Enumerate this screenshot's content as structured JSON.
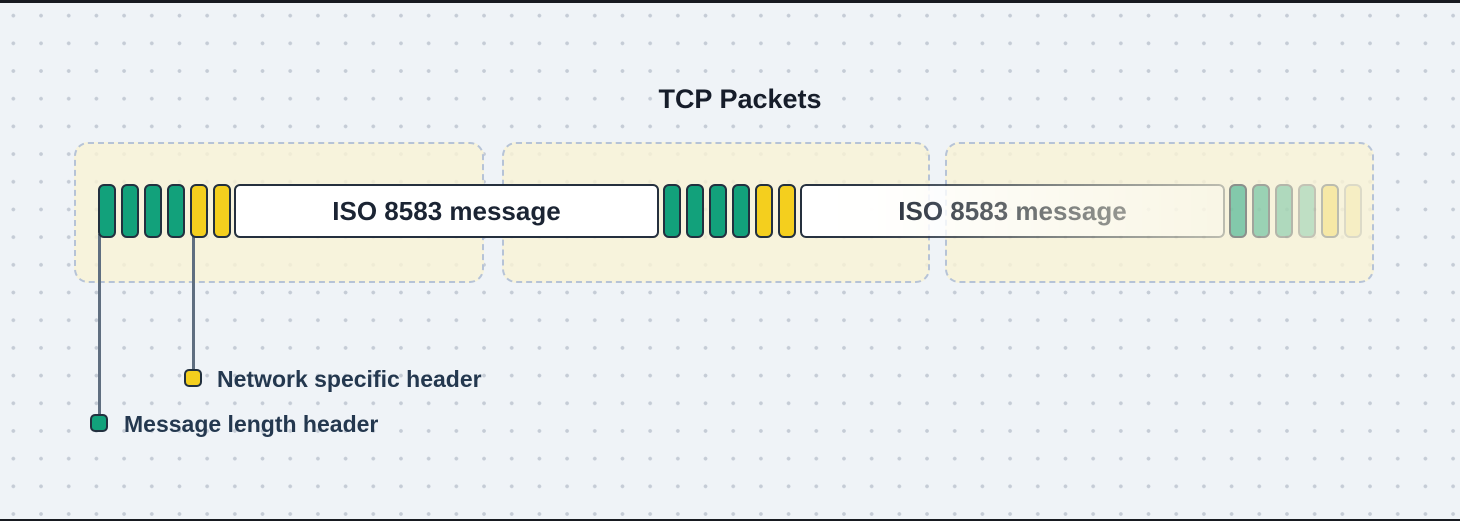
{
  "title": "TCP Packets",
  "messages": [
    {
      "label": "ISO 8583 message"
    },
    {
      "label": "ISO 8583 message"
    }
  ],
  "legend": {
    "items": [
      {
        "id": "network-specific-header",
        "label": "Network specific header",
        "swatch": "yellow"
      },
      {
        "id": "message-length-header",
        "label": "Message length header",
        "swatch": "green"
      }
    ]
  },
  "colors": {
    "background": "#eff3f7",
    "grid_dot": "#c5ccd6",
    "packet_fill": "rgba(249,242,212,0.8)",
    "packet_border": "#b6c3d7",
    "green_bar": "#12a17b",
    "yellow_bar": "#f4cf1e",
    "bar_border": "#22303f",
    "message_box_fill": "#ffffff",
    "message_box_border": "#25303e",
    "title_text": "#161d2a",
    "text": "#1b2433",
    "legend_text": "#24384f",
    "connector_line": "#5f6e80"
  }
}
